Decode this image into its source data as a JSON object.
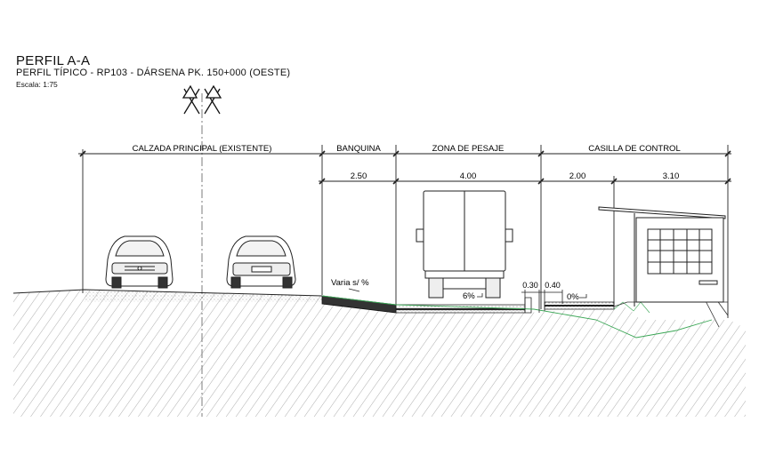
{
  "header": {
    "title": "PERFIL A-A",
    "subtitle": "PERFIL TÍPICO - RP103 - DÁRSENA PK. 150+000 (OESTE)",
    "scale": "Escala: 1:75"
  },
  "sections": [
    {
      "label": "CALZADA PRINCIPAL (EXISTENTE)",
      "width": ""
    },
    {
      "label": "BANQUINA",
      "width": "2.50"
    },
    {
      "label": "ZONA DE PESAJE",
      "width": "4.00"
    },
    {
      "label": "CASILLA DE CONTROL",
      "width": "2.00"
    },
    {
      "label": "",
      "width": "3.10"
    }
  ],
  "annotations": {
    "slope_variable": "Varia s/ %",
    "slope_weigh": "6%",
    "slope_booth": "0%",
    "curb_width": "0.30",
    "gap_width": "0.40"
  },
  "colors": {
    "line": "#222222",
    "ground_hatch": "#555555",
    "terrain_green": "#3aa655",
    "pavement": "#333333"
  }
}
